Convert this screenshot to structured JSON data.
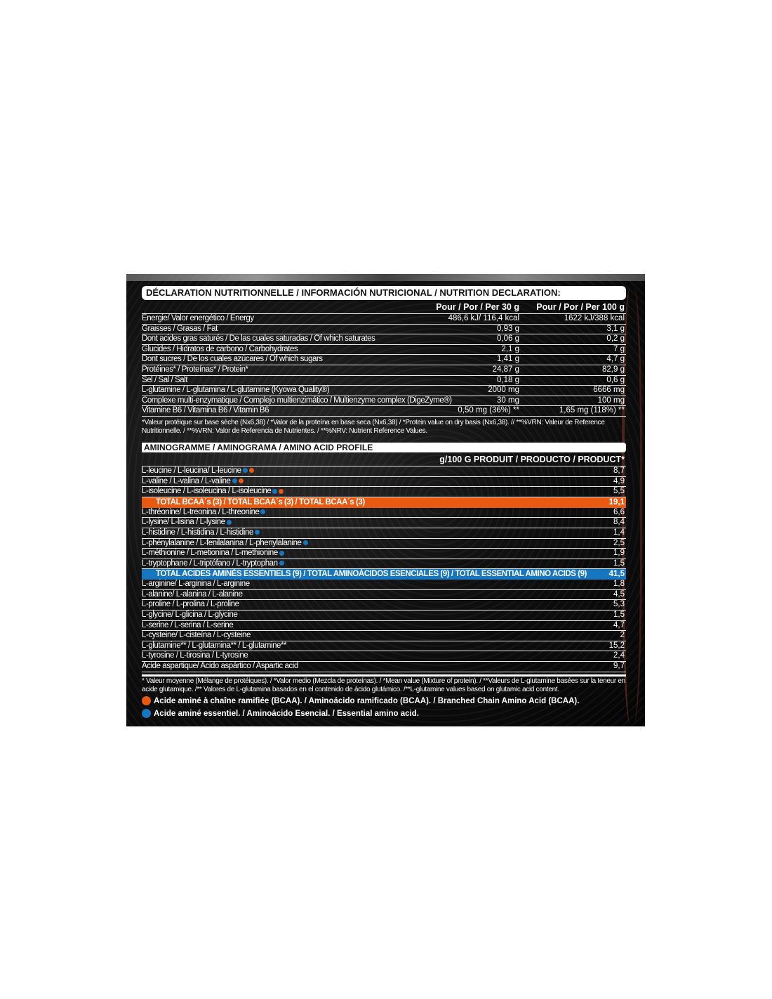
{
  "colors": {
    "bcaa": "#e85a12",
    "essential": "#1677c0"
  },
  "nutrition": {
    "title": "DÉCLARATION NUTRITIONNELLE / INFORMACIÓN NUTRICIONAL / NUTRITION DECLARATION:",
    "col1": "Pour / Por / Per 30 g",
    "col2": "Pour / Por / Per 100 g",
    "rows": [
      {
        "label": "Énergie/ Valor energético / Energy",
        "v1": "486,6 kJ/ 116,4 kcal",
        "v2": "1622 kJ/388 kcal"
      },
      {
        "label": "Graisses / Grasas / Fat",
        "v1": "0,93 g",
        "v2": "3,1 g"
      },
      {
        "label": "Dont acides gras saturés / De las cuales saturadas / Of which saturates",
        "v1": "0,06 g",
        "v2": "0,2 g"
      },
      {
        "label": "Glucides / Hidratos de carbono / Carbohydrates",
        "v1": "2,1 g",
        "v2": "7 g"
      },
      {
        "label": "Dont sucres / De los cuales azúcares / Of which sugars",
        "v1": "1,41 g",
        "v2": "4,7 g"
      },
      {
        "label": "Protéines* / Proteínas* / Protein*",
        "v1": "24,87 g",
        "v2": "82,9 g"
      },
      {
        "label": "Sel / Sal / Salt",
        "v1": "0,18 g",
        "v2": "0,6 g"
      },
      {
        "label": "L-glutamine / L-glutamina / L-glutamine (Kyowa Quality®)",
        "v1": "2000 mg",
        "v2": "6666 mg"
      },
      {
        "label": "Complexe multi-enzymatique / Complejo multienzimático / Multienzyme complex (DigeZyme®)",
        "v1": "30 mg",
        "v2": "100 mg"
      },
      {
        "label": "Vitamine B6 / Vitamina B6 / Vitamin B6",
        "v1": "0,50 mg (36%) **",
        "v2": "1,65 mg (118%) **"
      }
    ],
    "footnote": "*Valeur protéique sur base sèche (Nx6,38) / *Valor de la proteína en base seca (Nx6,38) / *Protein value on dry basis (Nx6,38). // **%VRN: Valeur de Reference Nutritionnelle. / **%VRN: Valor de Referencia de Nutrientes. / **%NRV: Nutrient Reference Values."
  },
  "amino": {
    "title": "AMINOGRAMME / AMINOGRAMA / AMINO ACID PROFILE",
    "col": "g/100 G  PRODUIT / PRODUCTO / PRODUCT*",
    "rows": [
      {
        "label": "L-leucine / L-leucina/ L-leucine",
        "v": "8,7",
        "dots": [
          "essential",
          "bcaa"
        ]
      },
      {
        "label": "L-valine / L-valina / L-valine",
        "v": "4,9",
        "dots": [
          "essential",
          "bcaa"
        ]
      },
      {
        "label": "L-isoleucine / L-isoleucina / L-isoleucine",
        "v": "5,5",
        "dots": [
          "essential",
          "bcaa"
        ]
      },
      {
        "label": "TOTAL BCAA´s (3) / TOTAL BCAA´s (3) / TOTAL BCAA´s (3)",
        "v": "19,1",
        "total": "bcaa"
      },
      {
        "label": "L-thréonine/ L-treonina / L-threonine",
        "v": "6,6",
        "dots": [
          "essential"
        ]
      },
      {
        "label": "L-lysine/ L-lisina / L-lysine",
        "v": "8,4",
        "dots": [
          "essential"
        ]
      },
      {
        "label": "L-histidine / L-histidina / L-histidine",
        "v": "1,4",
        "dots": [
          "essential"
        ]
      },
      {
        "label": "L-phénylalanine / L-fenilalanina / L-phenylalanine",
        "v": "2,5",
        "dots": [
          "essential"
        ]
      },
      {
        "label": "L-méthionine / L-metionina / L-methionine",
        "v": "1,9",
        "dots": [
          "essential"
        ]
      },
      {
        "label": "L-tryptophane / L-triptófano / L-tryptophan",
        "v": "1,5",
        "dots": [
          "essential"
        ]
      },
      {
        "label": "TOTAL ACIDES AMINÉS ESSENTIELS (9) / TOTAL AMINOÁCIDOS  ESENCIALES (9) / TOTAL ESSENTIAL AMINO ACIDS (9)",
        "v": "41,5",
        "total": "essential"
      },
      {
        "label": "L-arginine/ L-arginina / L-arginine",
        "v": "1,8"
      },
      {
        "label": "L-alanine/ L-alanina / L-alanine",
        "v": "4,5"
      },
      {
        "label": "L-proline / L-prolina / L-proline",
        "v": "5,3"
      },
      {
        "label": "L-glycine/ L-glicina / L-glycine",
        "v": "1,5"
      },
      {
        "label": "L-serine / L-serina / L-serine",
        "v": "4,7"
      },
      {
        "label": "L-cysteine/ L-cisteína / L-cysteine",
        "v": "2"
      },
      {
        "label": "L-glutamine** / L-glutamina** / L-glutamine**",
        "v": "15,2"
      },
      {
        "label": "L-tyrosine / L-tirosina / L-tyrosine",
        "v": "2,4"
      },
      {
        "label": "Acide aspartique/ Acido aspártico / Aspartic acid",
        "v": "9,7"
      }
    ],
    "footnote": "* Valeur moyenne (Mélange de protéiques). / *Valor medio (Mezcla de proteínas). / *Mean value (Mixture of protein). / **Valeurs de L-glutamine basées sur la teneur en acide glutamique. /** Valores de L-glutamina basados en el contenido de ácido glutámico. /**L-glutamine values based on glutamic acid content.",
    "legend_bcaa": "Acide aminé à chaîne ramifiée (BCAA). / Aminoácido ramificado (BCAA). / Branched Chain Amino Acid (BCAA).",
    "legend_essential": "Acide aminé essentiel. / Aminoácido Esencial. / Essential amino acid."
  }
}
